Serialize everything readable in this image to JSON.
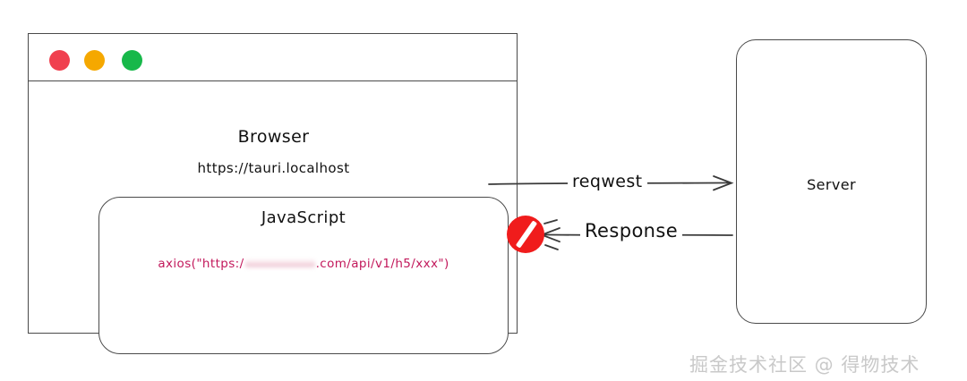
{
  "diagram": {
    "title_text": "Tauri browser request blocked diagram",
    "browser": {
      "window_label": "Browser",
      "url": "https://tauri.localhost",
      "traffic_lights": [
        {
          "name": "close",
          "color": "#f0404f"
        },
        {
          "name": "minimize",
          "color": "#f5a800"
        },
        {
          "name": "maximize",
          "color": "#17b84a"
        }
      ],
      "javascript_panel": {
        "label": "JavaScript",
        "code_prefix": "axios(\"https:/",
        "code_redacted": "",
        "code_suffix": ".com/api/v1/h5/xxx\")",
        "code_color": "#c2185b"
      }
    },
    "server": {
      "label": "Server"
    },
    "arrows": [
      {
        "name": "request-arrow",
        "label": "reqwest",
        "direction": "right",
        "blocked": false
      },
      {
        "name": "response-arrow",
        "label": "Response",
        "direction": "left",
        "blocked": true
      }
    ],
    "blocked_icon": {
      "name": "blocked-icon",
      "color": "#f01c1c"
    },
    "watermark": "掘金技术社区 @ 得物技术"
  }
}
